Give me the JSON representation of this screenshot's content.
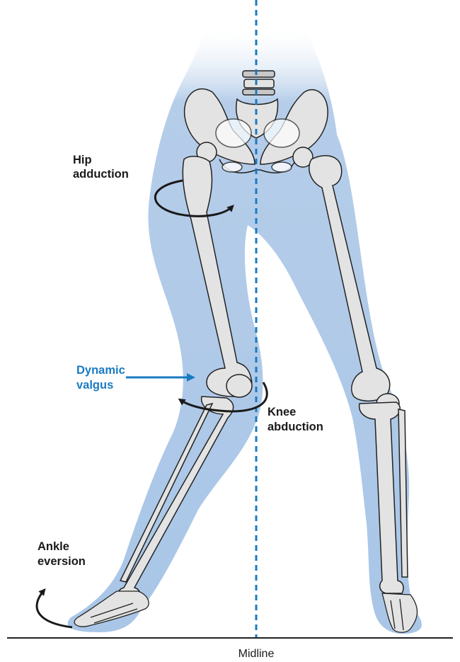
{
  "labels": {
    "hip_line1": "Hip",
    "hip_line2": "adduction",
    "dyn_line1": "Dynamic",
    "dyn_line2": "valgus",
    "knee_line1": "Knee",
    "knee_line2": "abduction",
    "ankle_line1": "Ankle",
    "ankle_line2": "eversion",
    "midline": "Midline"
  },
  "colors": {
    "skin": "#b5cde9",
    "bone": "#e3e3e3",
    "bone_outline": "#222222",
    "midline": "#1a7bc2",
    "dynamic_valgus": "#1a7bc2",
    "arrows": "#1a1a1a"
  }
}
